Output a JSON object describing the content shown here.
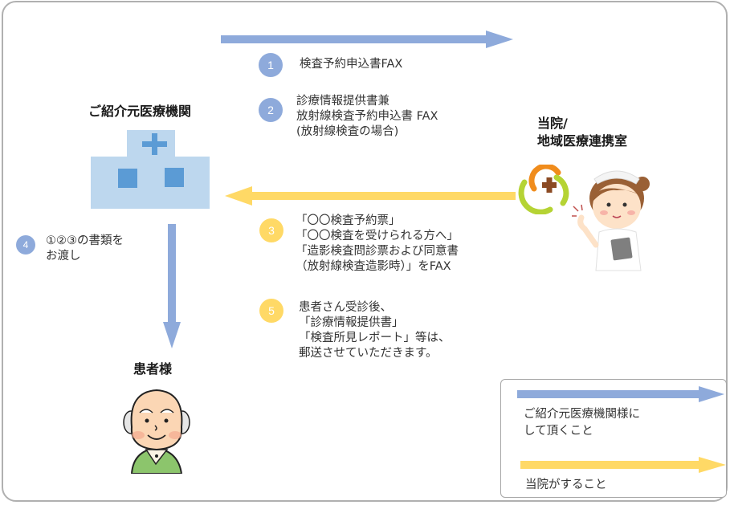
{
  "colors": {
    "referrer_blue": "#8eaadb",
    "hospital_yellow": "#ffd966",
    "frame_gray": "#b0b0b0",
    "building_light": "#bdd7ee",
    "building_dark": "#5b9bd5"
  },
  "actors": {
    "referrer": {
      "label": "ご紹介元医療機関"
    },
    "hospital": {
      "line1": "当院/",
      "line2": "地域医療連携室"
    },
    "patient": {
      "label": "患者様"
    }
  },
  "steps": [
    {
      "number": "1",
      "color": "blue",
      "lines": [
        "検査予約申込書FAX"
      ]
    },
    {
      "number": "2",
      "color": "blue",
      "lines": [
        "診療情報提供書兼",
        "放射線検査予約申込書 FAX",
        "(放射線検査の場合)"
      ]
    },
    {
      "number": "3",
      "color": "yellow",
      "lines": [
        "「〇〇検査予約票」",
        "「〇〇検査を受けられる方へ」",
        "「造影検査問診票および同意書",
        "（放射線検査造影時）」をFAX"
      ]
    },
    {
      "number": "4",
      "color": "blue",
      "lines": [
        "①②③の書類を",
        "お渡し"
      ]
    },
    {
      "number": "5",
      "color": "yellow",
      "lines": [
        "患者さん受診後、",
        "「診療情報提供書」",
        "「検査所見レポート」等は、",
        "郵送させていただきます。"
      ]
    }
  ],
  "legend": {
    "blue": {
      "lines": [
        "ご紹介元医療機関様に",
        "して頂くこと"
      ]
    },
    "yellow": {
      "label": "当院がすること"
    }
  }
}
